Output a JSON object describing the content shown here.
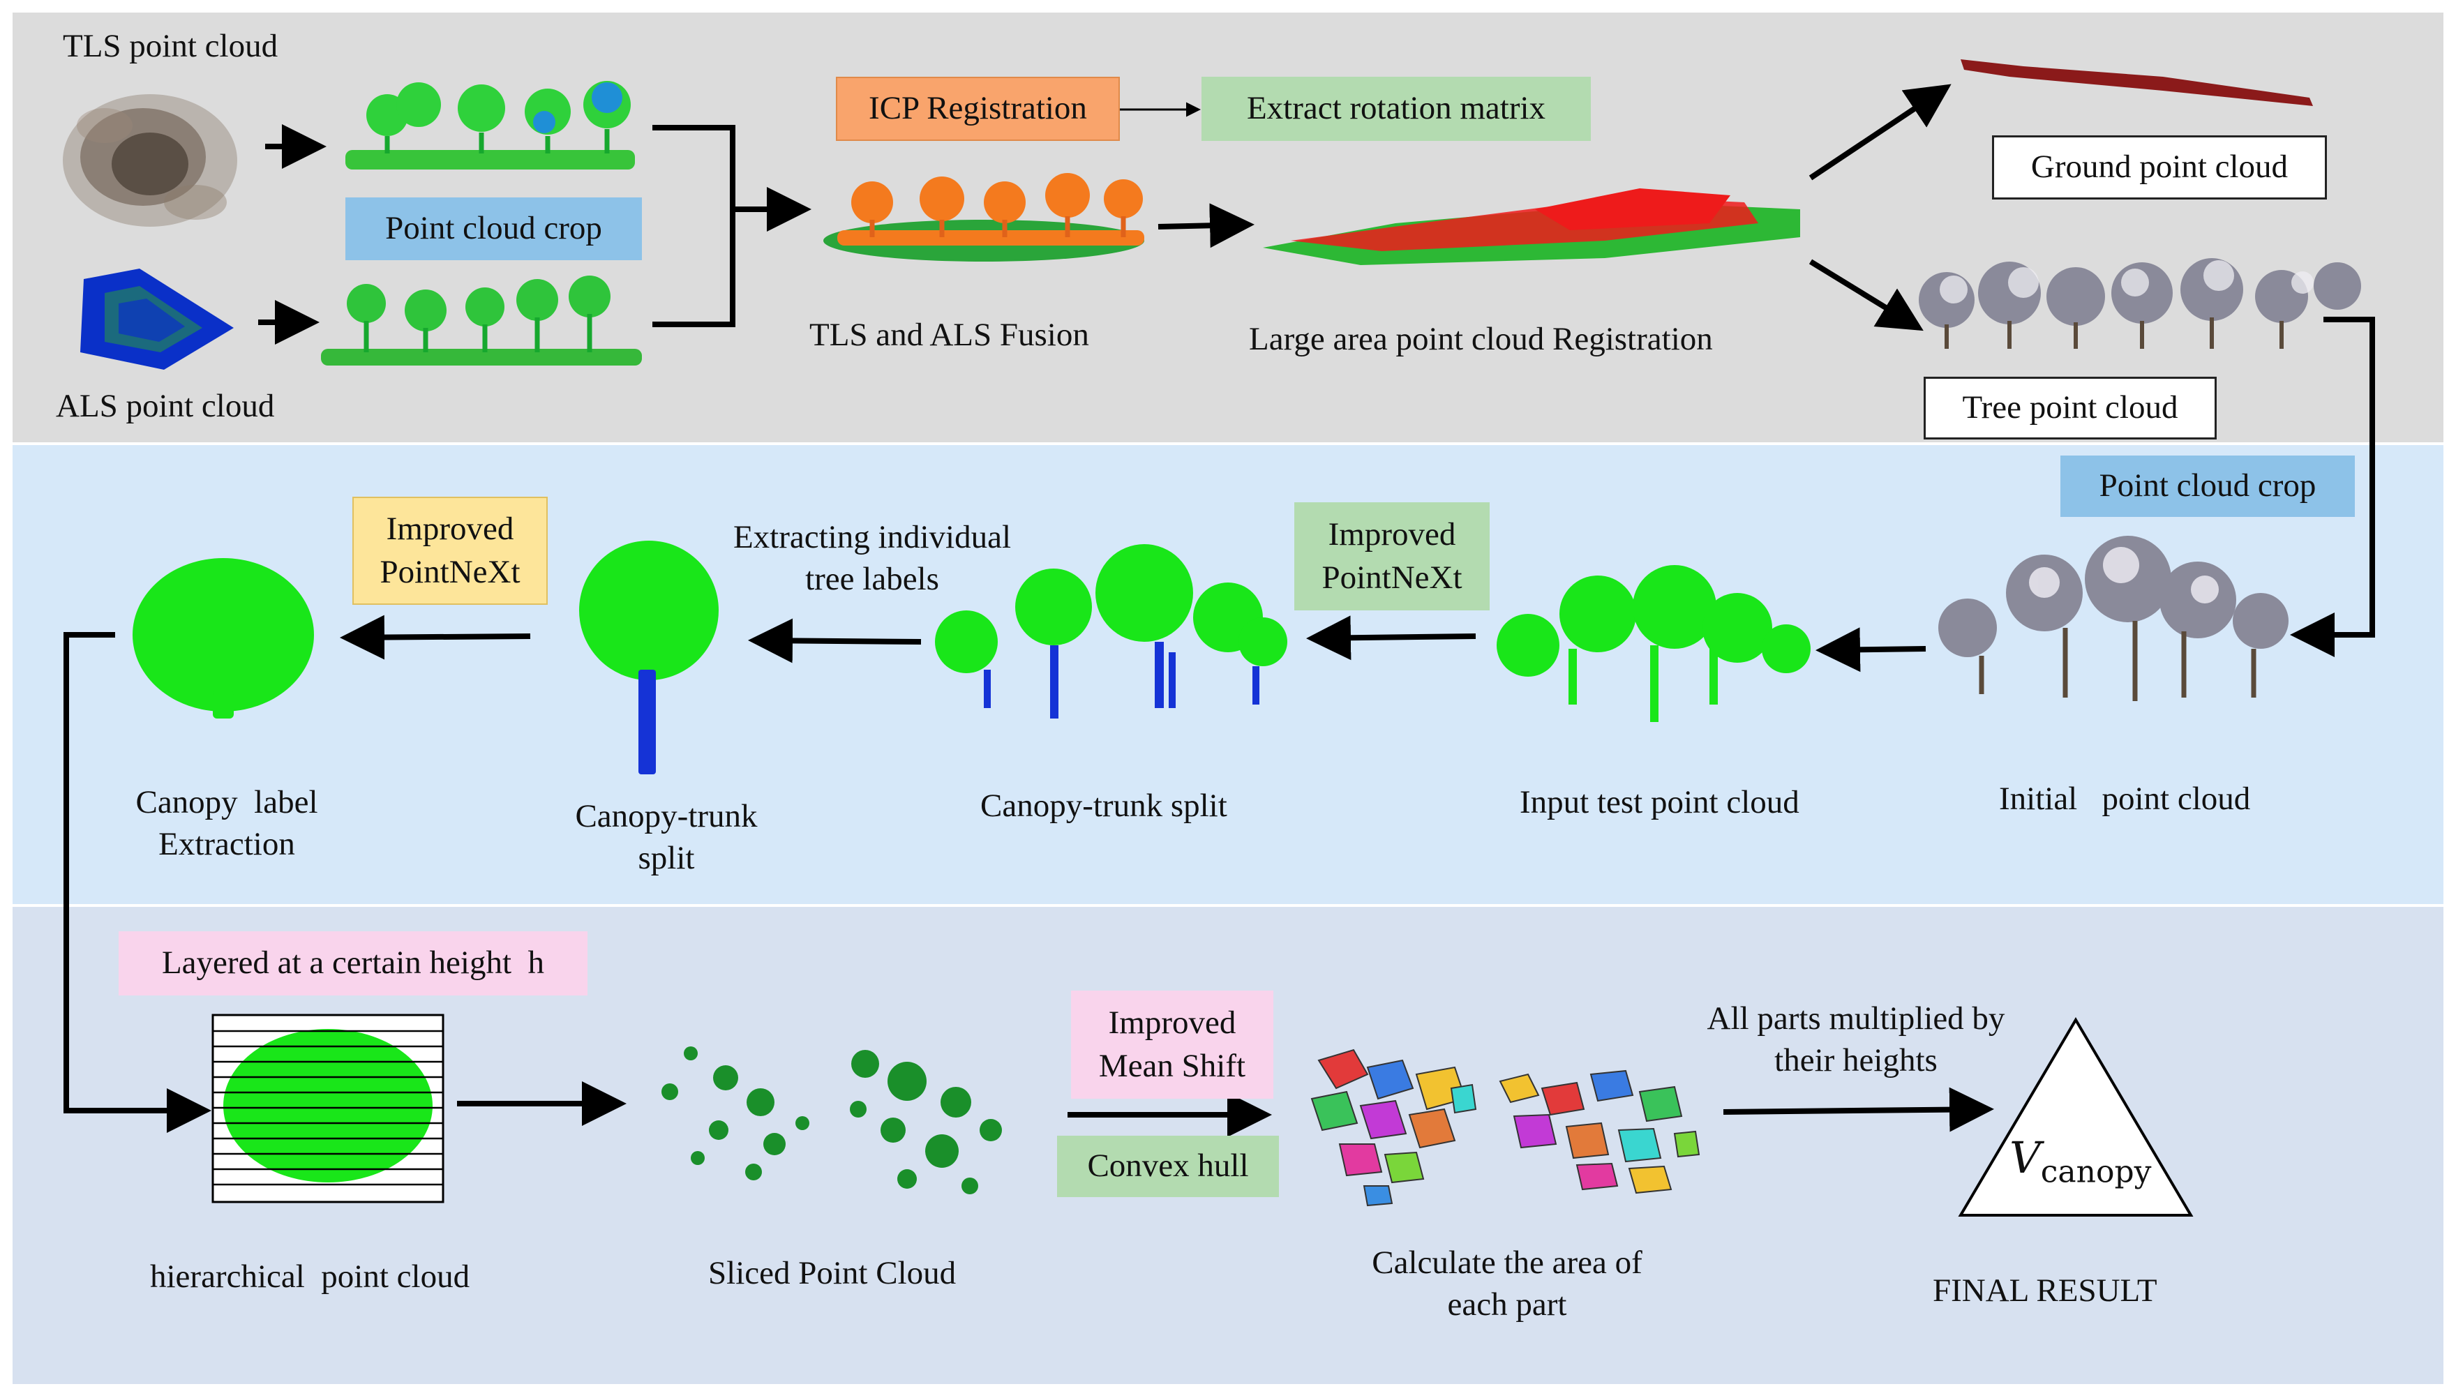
{
  "colors": {
    "band_top": "#dcdcdc",
    "band_middle": "#d6e8f9",
    "band_bottom": "#d7e1f0",
    "orange_box": "#f9a46c",
    "green_box": "#b3dbb0",
    "blue_box": "#8dc2e8",
    "yellow_box": "#fde59a",
    "pink_box": "#f9d4ec",
    "tls_crop_orange": "#f47a1e",
    "fusion_green": "#37b53a",
    "ground_red": "#8b1a1a",
    "canopy_green": "#19e619",
    "trunk_blue": "#1533d6",
    "slice_green": "#1a8f2a",
    "als_blue": "#0a30c8"
  },
  "row1": {
    "tls_label": "TLS point cloud",
    "als_label": "ALS point cloud",
    "crop_box": "Point cloud crop",
    "icp_box": "ICP Registration",
    "rotation_box": "Extract rotation matrix",
    "fusion_label": "TLS and ALS Fusion",
    "large_area_label": "Large area point cloud Registration",
    "ground_box": "Ground point cloud",
    "tree_box": "Tree point cloud"
  },
  "row2": {
    "crop_box": "Point cloud crop",
    "initial_label": "Initial   point cloud",
    "input_test_label": "Input test point cloud",
    "improved_pointnext_1": "Improved PointNeXt",
    "canopy_trunk_split_1": "Canopy-trunk split",
    "extracting_label": "Extracting individual tree labels",
    "canopy_trunk_split_2": "Canopy-trunk split",
    "improved_pointnext_2": "Improved PointNeXt",
    "canopy_label_extraction": "Canopy  label Extraction"
  },
  "row3": {
    "layered_box": "Layered at a certain height  h",
    "hierarchical_label": "hierarchical  point cloud",
    "sliced_label": "Sliced Point Cloud",
    "mean_shift_box": "Improved Mean Shift",
    "convex_hull_box": "Convex hull",
    "calc_area_label": "Calculate  the area of each part",
    "multiplied_label": "All parts multiplied  by their heights",
    "formula_symbol": "V",
    "formula_subscript": "canopy",
    "final_result_label": "FINAL RESULT"
  }
}
